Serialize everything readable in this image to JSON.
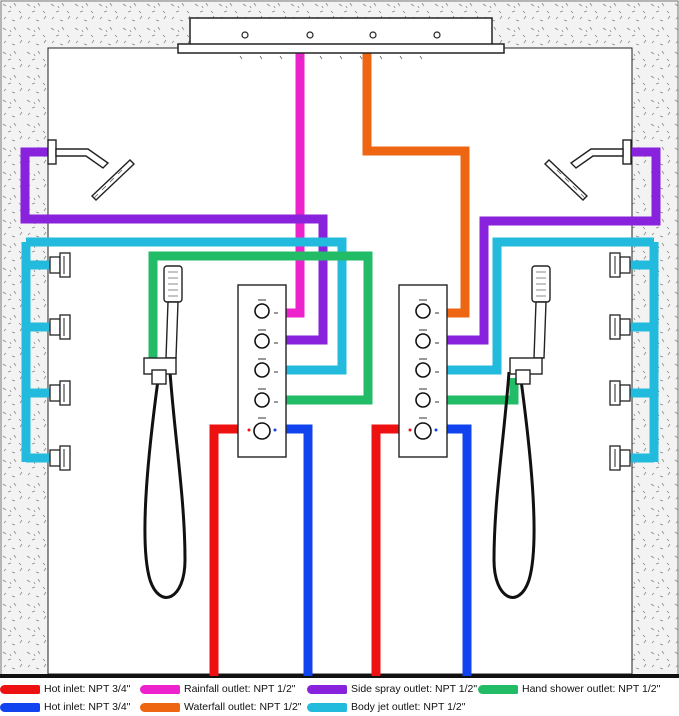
{
  "colors": {
    "hot": "#ee1111",
    "cold": "#1144ee",
    "rainfall": "#ee22cc",
    "waterfall": "#ee6611",
    "side_spray": "#8822dd",
    "body_jet": "#22bbdd",
    "hand_shower": "#22bb66",
    "wall": "#f2f2f2",
    "outline": "#111111"
  },
  "legend": [
    {
      "id": "hot-inlet",
      "label": "Hot inlet: NPT 3/4\"",
      "color": "#ee1111"
    },
    {
      "id": "rainfall-outlet",
      "label": "Rainfall outlet: NPT 1/2\"",
      "color": "#ee22cc"
    },
    {
      "id": "side-spray-outlet",
      "label": "Side spray outlet: NPT 1/2\"",
      "color": "#8822dd"
    },
    {
      "id": "hand-shower-outlet",
      "label": "Hand shower outlet: NPT 1/2\"",
      "color": "#22bb66"
    },
    {
      "id": "cold-inlet",
      "label": "Hot inlet: NPT 3/4\"",
      "color": "#1144ee"
    },
    {
      "id": "waterfall-outlet",
      "label": "Waterfall outlet: NPT 1/2\"",
      "color": "#ee6611"
    },
    {
      "id": "body-jet-outlet",
      "label": "Body jet outlet: NPT 1/2\"",
      "color": "#22bbdd"
    }
  ],
  "icons": {
    "rain_head": "rainfall-head-icon",
    "side_shower": "side-shower-head-icon",
    "body_jet": "body-jet-icon",
    "hand_shower": "hand-shower-icon",
    "valve": "valve-knob-icon"
  }
}
